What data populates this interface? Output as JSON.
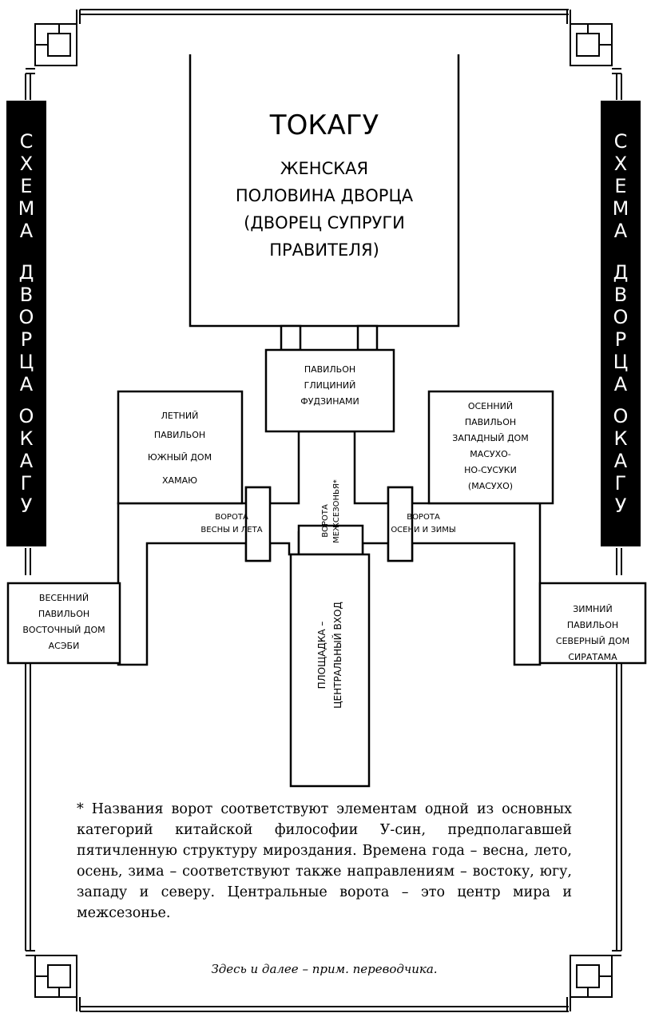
{
  "title": "ТОКАГУ",
  "subtitle": [
    "ЖЕНСКАЯ",
    "ПОЛОВИНА ДВОРЦА",
    "(ДВОРЕЦ СУПРУГИ",
    "ПРАВИТЕЛЯ)"
  ],
  "side_banner": {
    "lines": [
      [
        "С",
        "Х",
        "Е",
        "М",
        "А"
      ],
      [
        "Д",
        "В",
        "О",
        "Р",
        "Ц",
        "А"
      ],
      [
        "О",
        "К",
        "А",
        "Г",
        "У"
      ]
    ]
  },
  "rooms": {
    "fujinami": [
      "ПАВИЛЬОН",
      "ГЛИЦИНИЙ",
      "ФУДЗИНАМИ"
    ],
    "summer": [
      "ЛЕТНИЙ",
      "ПАВИЛЬОН",
      "ЮЖНЫЙ ДОМ",
      "ХАМАЮ"
    ],
    "autumn": [
      "ОСЕННИЙ",
      "ПАВИЛЬОН",
      "ЗАПАДНЫЙ ДОМ",
      "МАСУХО-",
      "НО-СУСУКИ",
      "(МАСУХО)"
    ],
    "spring": [
      "ВЕСЕННИЙ",
      "ПАВИЛЬОН",
      "ВОСТОЧНЫЙ ДОМ",
      "АСЭБИ"
    ],
    "winter": [
      "ЗИМНИЙ",
      "ПАВИЛЬОН",
      "СЕВЕРНЫЙ ДОМ",
      "СИРАТАМА"
    ],
    "plaza": [
      "ПЛОЩАДКА –",
      "ЦЕНТРАЛЬНЫЙ ВХОД"
    ]
  },
  "gates": {
    "spring_summer": [
      "ВОРОТА",
      "ВЕСНЫ И ЛЕТА"
    ],
    "autumn_winter": [
      "ВОРОТА",
      "ОСЕНИ И ЗИМЫ"
    ],
    "between": [
      "ВОРОТА",
      "МЕЖСЕЗОНЬЯ*"
    ]
  },
  "footnote": "* Названия ворот соответствуют элементам одной из основных категорий китайской философии У-син, предполагавшей пятичленную структуру мироздания. Времена года – весна, лето, осень, зима – соответствуют также направлениям – востоку, югу, западу и северу. Центральные ворота – это центр мира и межсезонье.",
  "translator_note": "Здесь и далее – прим. переводчика."
}
